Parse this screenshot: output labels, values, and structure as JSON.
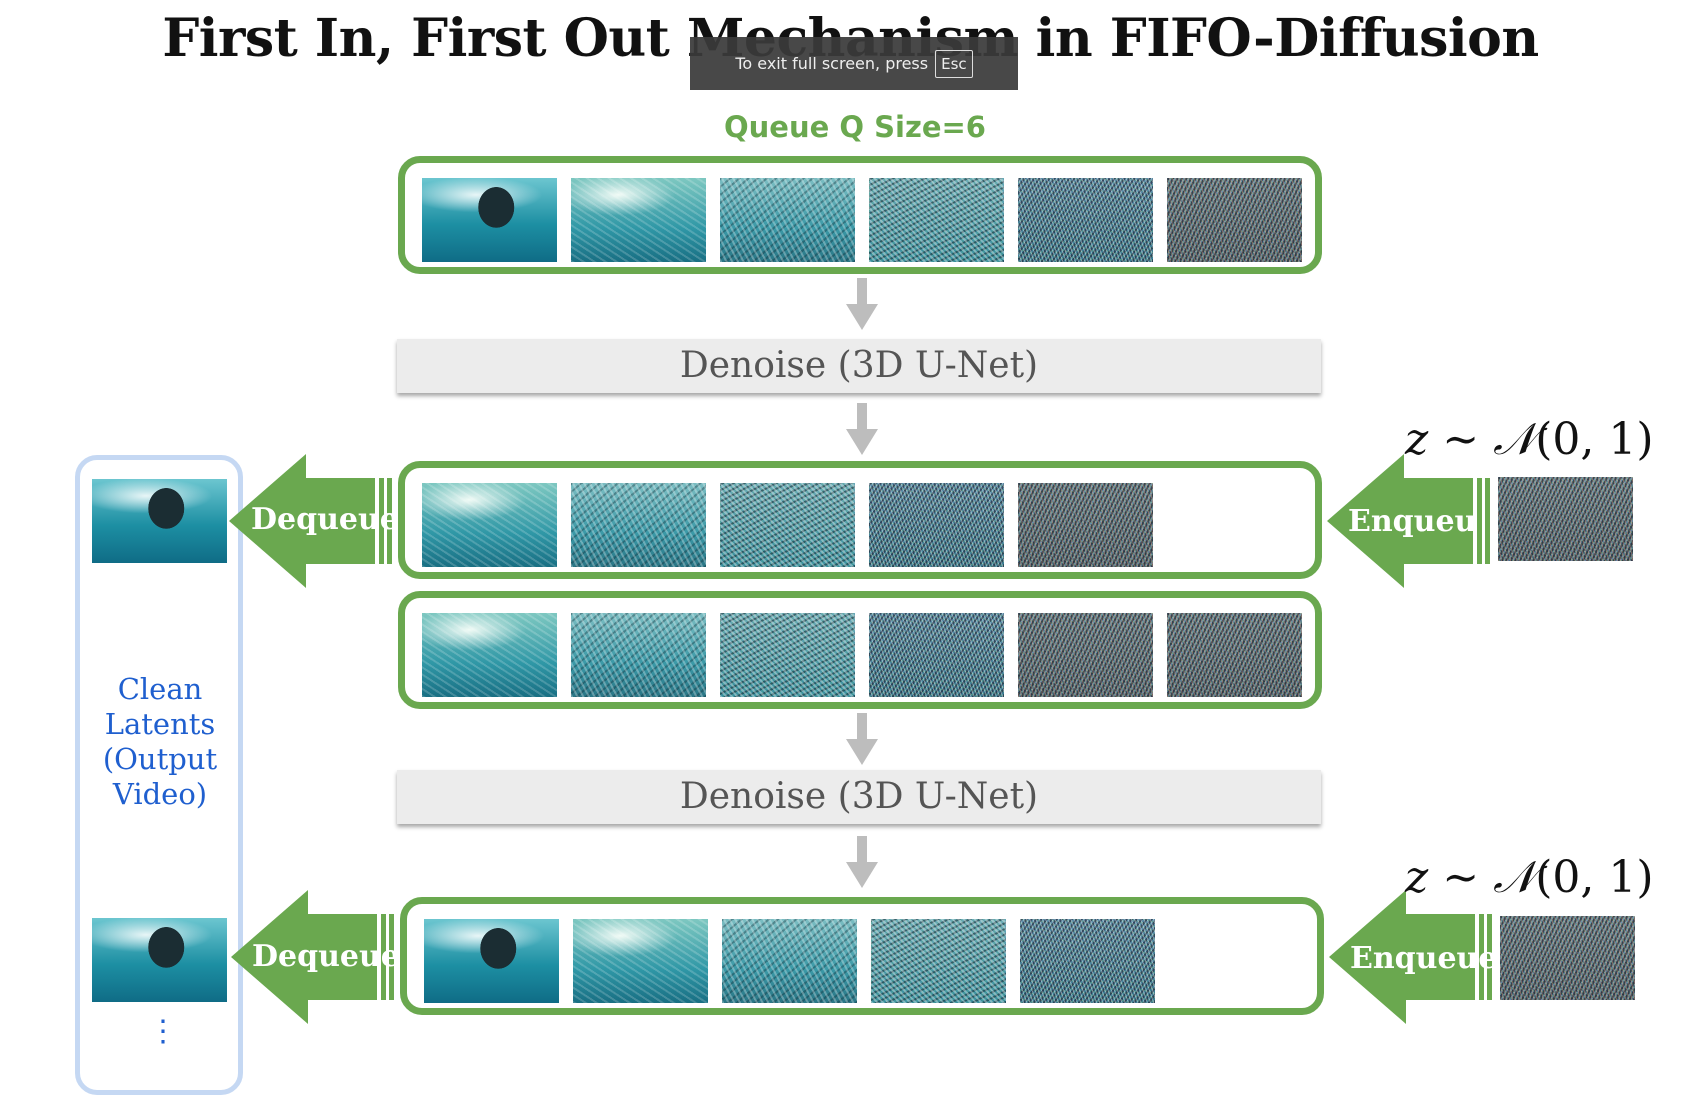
{
  "title": "First In, First Out Mechanism in FIFO-Diffusion",
  "fullscreen_toast": {
    "message": "To exit full screen, press",
    "key": "Esc"
  },
  "queue_label": "Queue Q Size=6",
  "denoise_label": "Denoise (3D U-Net)",
  "dequeue_label": "Dequeue",
  "enqueue_labels": [
    "Enqueu",
    "Enqueue"
  ],
  "noise_formula": {
    "z": "z",
    "tilde": "∼",
    "N": "𝒩",
    "args": "(0, 1)"
  },
  "clean_latents_label": [
    "Clean",
    "Latents",
    "(Output",
    "Video)"
  ],
  "more_indicator": "⋮",
  "colors": {
    "queue_green": "#6aa84f",
    "panel_blue": "#c5d8f3",
    "clean_text_blue": "#1f5fcf",
    "denoise_gray": "#ececec",
    "arrow_gray": "#bdbdbd"
  }
}
